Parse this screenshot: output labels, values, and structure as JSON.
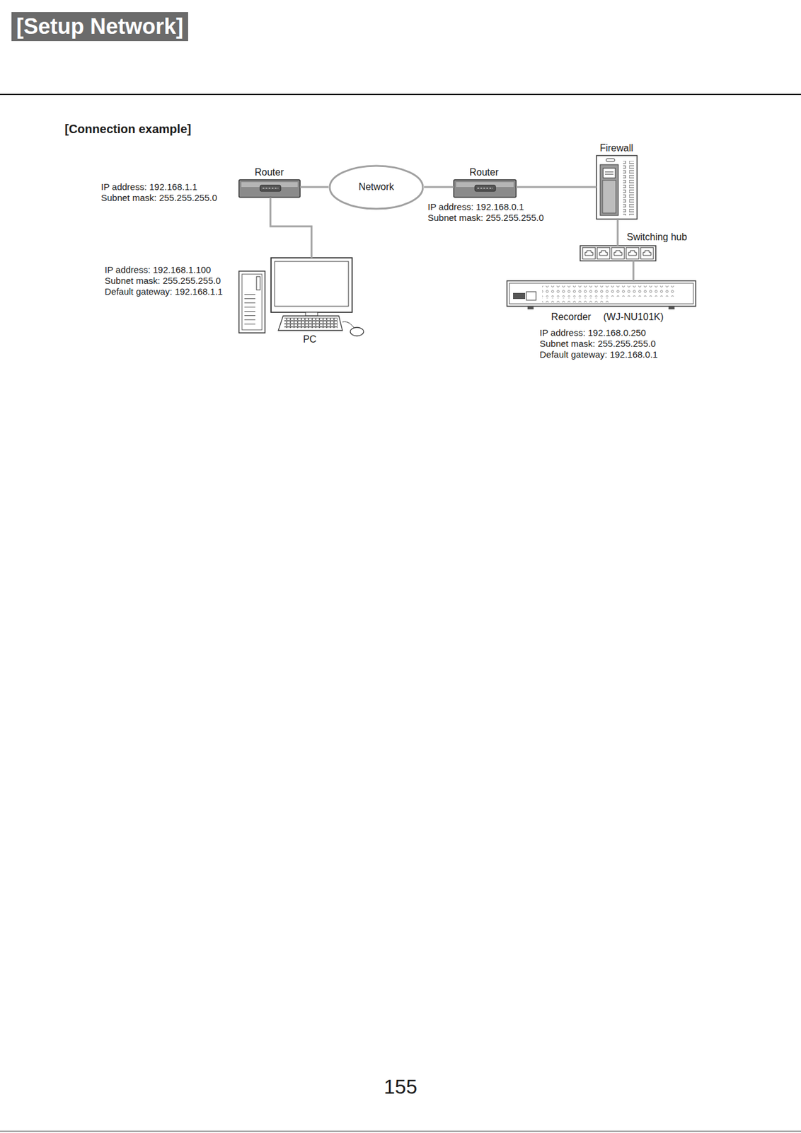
{
  "diagram": {
    "title": "[Setup Network]",
    "nodes": [
      {
        "text": [
          "Router"
        ]
      },
      {
        "text": [
          "Network"
        ]
      },
      {
        "text": [
          "Router"
        ]
      },
      {
        "text": [
          "Firewall"
        ]
      },
      {
        "text": [
          "Switching hub"
        ]
      },
      {
        "text": [
          "PC"
        ]
      },
      {
        "text": [
          "Recorder",
          "(WJ-NU101K)"
        ]
      }
    ],
    "edges": [
      {
        "from": 0,
        "to": 1,
        "arrow": "none"
      },
      {
        "from": 1,
        "to": 2,
        "arrow": "none"
      },
      {
        "from": 2,
        "to": 3,
        "arrow": "none"
      },
      {
        "from": 3,
        "to": 4,
        "arrow": "none"
      },
      {
        "from": 4,
        "to": 6,
        "arrow": "none"
      },
      {
        "from": 0,
        "to": 5,
        "arrow": "none"
      }
    ],
    "labels": [
      "[Connection example]",
      "IP address: 192.168.1.1",
      "Subnet mask: 255.255.255.0",
      "IP address: 192.168.0.1",
      "Subnet mask: 255.255.255.0",
      "IP address: 192.168.1.100",
      "Subnet mask: 255.255.255.0",
      "Default gateway: 192.168.1.1",
      "IP address: 192.168.0.250",
      "Subnet mask: 255.255.255.0",
      "Default gateway: 192.168.0.1",
      "155"
    ]
  }
}
